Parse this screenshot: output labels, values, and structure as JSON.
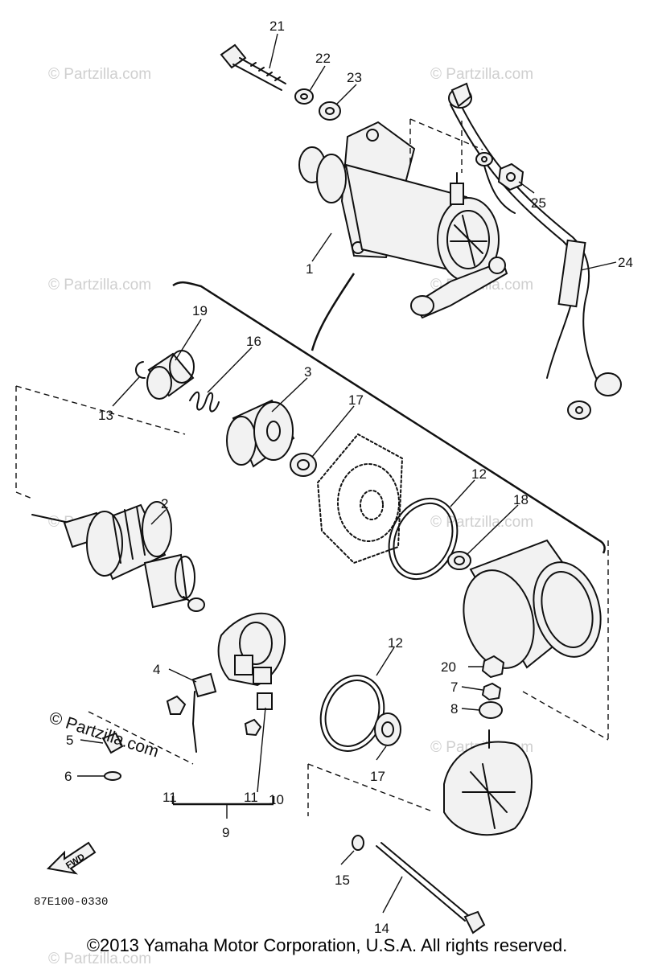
{
  "watermark": "© Partzilla.com",
  "watermark_prominent": "© Partzilla.com",
  "diagram_code": "87E100-0330",
  "fwd_label": "FWD",
  "copyright": "©2013 Yamaha Motor Corporation, U.S.A. All rights reserved.",
  "callouts": [
    "21",
    "22",
    "23",
    "25",
    "24",
    "1",
    "19",
    "16",
    "3",
    "13",
    "17",
    "12",
    "18",
    "2",
    "20",
    "7",
    "8",
    "4",
    "5",
    "6",
    "11",
    "11",
    "10",
    "9",
    "15",
    "14",
    "12",
    "17"
  ]
}
